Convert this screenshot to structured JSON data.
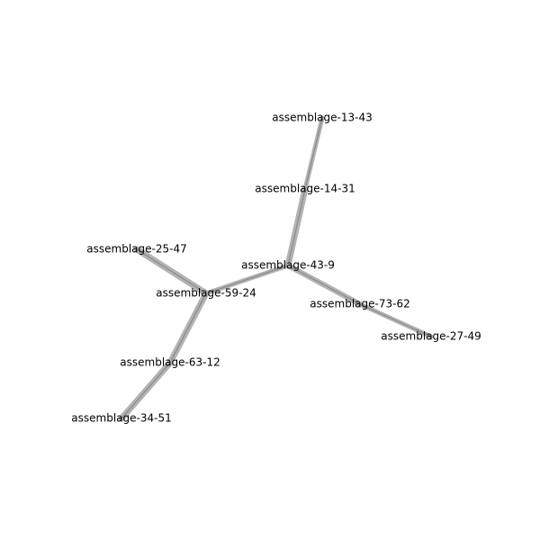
{
  "graph": {
    "colors": {
      "edge": "#b3b3b3",
      "edge_core": "#8a8a8a",
      "label": "#000000",
      "background": "#ffffff"
    },
    "nodes": [
      {
        "id": "assemblage-13-43",
        "label": "assemblage-13-43"
      },
      {
        "id": "assemblage-14-31",
        "label": "assemblage-14-31"
      },
      {
        "id": "assemblage-25-47",
        "label": "assemblage-25-47"
      },
      {
        "id": "assemblage-43-9",
        "label": "assemblage-43-9"
      },
      {
        "id": "assemblage-59-24",
        "label": "assemblage-59-24"
      },
      {
        "id": "assemblage-73-62",
        "label": "assemblage-73-62"
      },
      {
        "id": "assemblage-27-49",
        "label": "assemblage-27-49"
      },
      {
        "id": "assemblage-63-12",
        "label": "assemblage-63-12"
      },
      {
        "id": "assemblage-34-51",
        "label": "assemblage-34-51"
      }
    ],
    "edges": [
      {
        "source": "assemblage-13-43",
        "target": "assemblage-14-31"
      },
      {
        "source": "assemblage-14-31",
        "target": "assemblage-43-9"
      },
      {
        "source": "assemblage-43-9",
        "target": "assemblage-73-62"
      },
      {
        "source": "assemblage-73-62",
        "target": "assemblage-27-49"
      },
      {
        "source": "assemblage-43-9",
        "target": "assemblage-59-24"
      },
      {
        "source": "assemblage-25-47",
        "target": "assemblage-59-24"
      },
      {
        "source": "assemblage-59-24",
        "target": "assemblage-63-12"
      },
      {
        "source": "assemblage-63-12",
        "target": "assemblage-34-51"
      }
    ]
  }
}
